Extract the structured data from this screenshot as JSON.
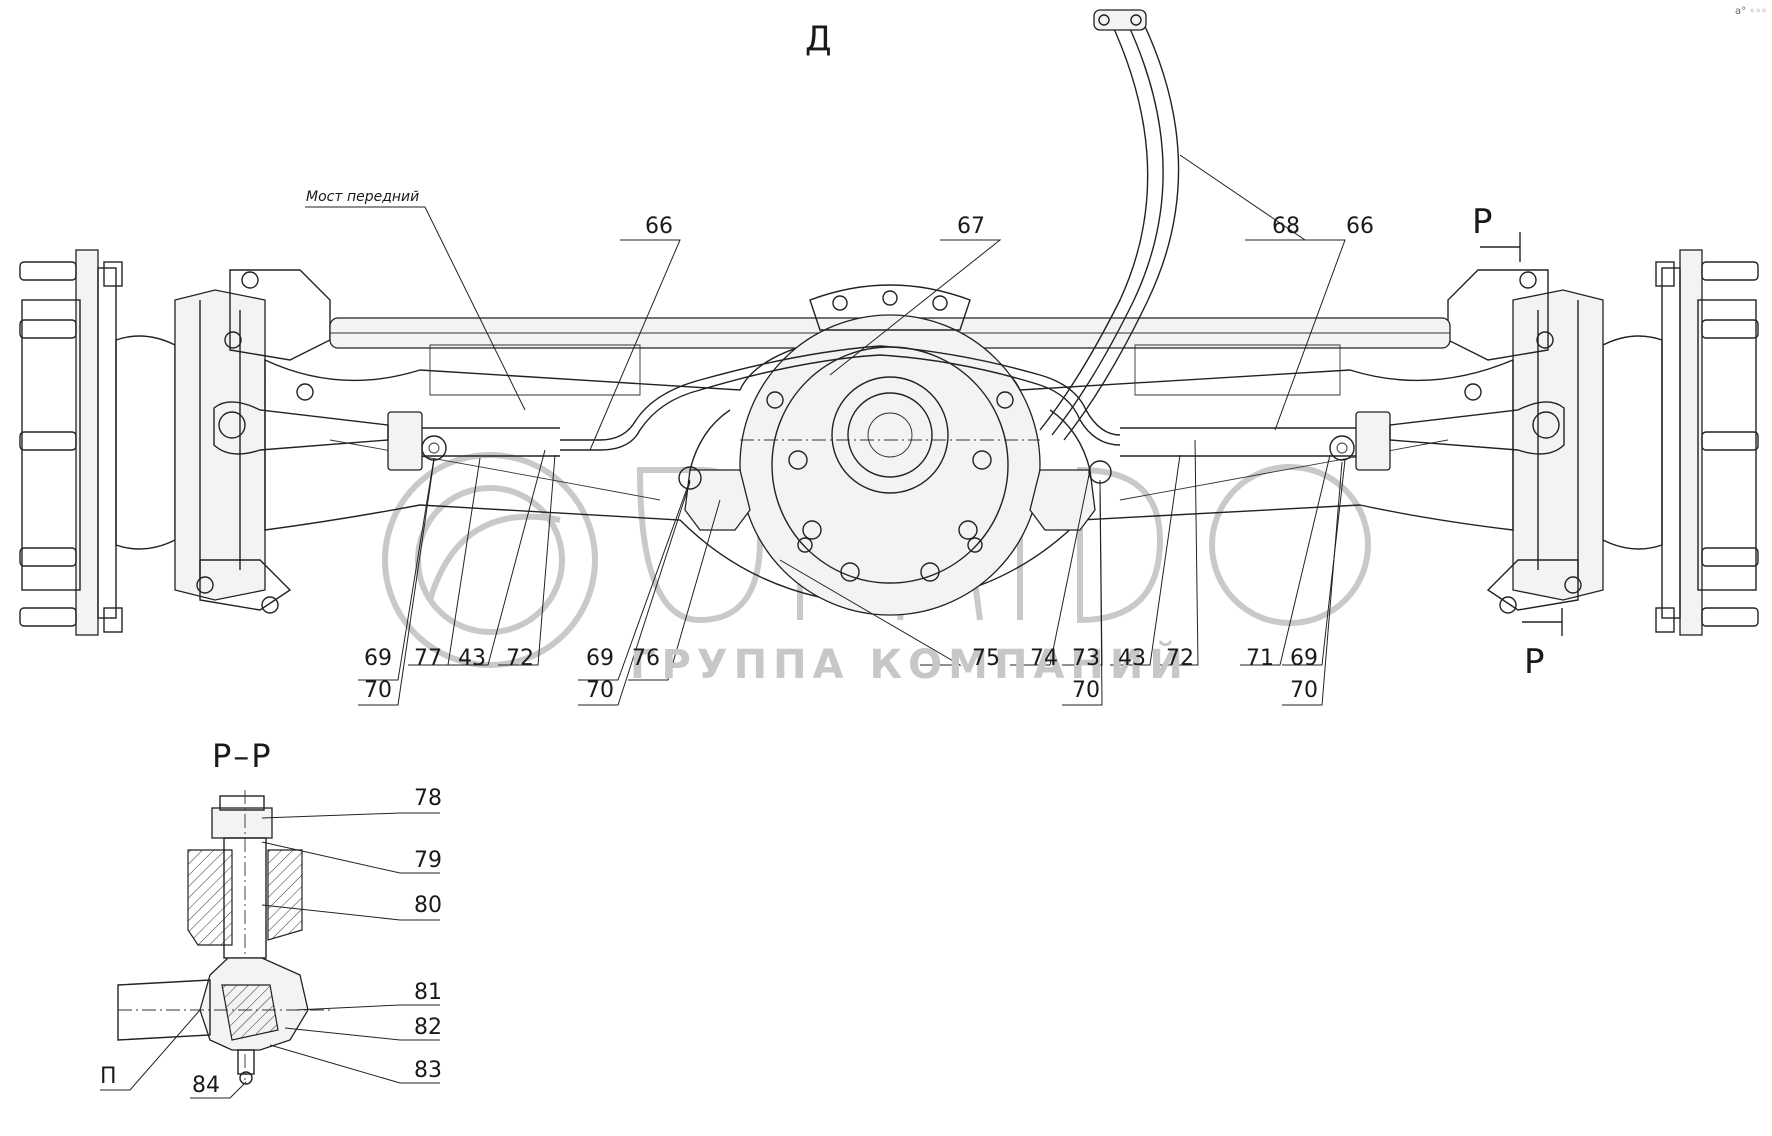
{
  "drawing": {
    "view_label": "Д",
    "section_marker_top": "Р",
    "section_marker_bottom": "Р",
    "section_title": "Р–Р",
    "part_name": "Мост передний",
    "watermark_text": "ГРУППА КОМПАНИЙ",
    "corner_mark": "a° ◦◦◦"
  },
  "callouts_top": {
    "c66_left": "66",
    "c67": "67",
    "c68": "68",
    "c66_right": "66"
  },
  "callouts_bottom_left": {
    "a": "69",
    "b": "77",
    "c": "43",
    "d": "72",
    "e": "70",
    "f": "69",
    "g": "76",
    "h": "70"
  },
  "callouts_bottom_right": {
    "a": "75",
    "b": "74",
    "c": "73",
    "d": "43",
    "e": "72",
    "f": "70",
    "g": "71",
    "h": "69",
    "i": "70"
  },
  "callouts_section": {
    "c78": "78",
    "c79": "79",
    "c80": "80",
    "c81": "81",
    "c82": "82",
    "c83": "83",
    "c84": "84",
    "cP": "П"
  }
}
